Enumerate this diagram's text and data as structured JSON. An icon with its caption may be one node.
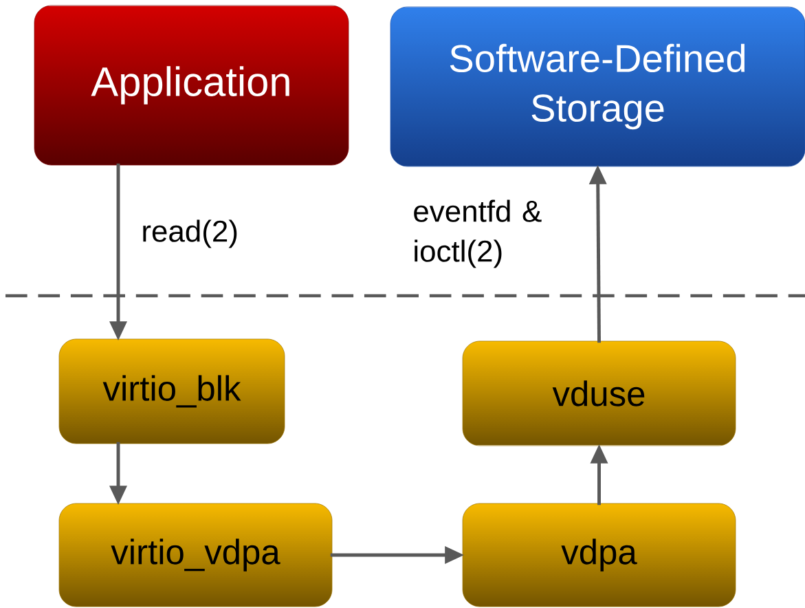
{
  "diagram": {
    "nodes": [
      {
        "text": [
          "Application"
        ]
      },
      {
        "text": [
          "Software-Defined Storage"
        ]
      },
      {
        "text": [
          "virtio_blk"
        ]
      },
      {
        "text": [
          "vduse"
        ]
      },
      {
        "text": [
          "virtio_vdpa"
        ]
      },
      {
        "text": [
          "vdpa"
        ]
      }
    ],
    "edges": [
      {
        "from": 0,
        "to": 2,
        "arrow": "to",
        "label": "read(2)"
      },
      {
        "from": 2,
        "to": 4,
        "arrow": "to"
      },
      {
        "from": 4,
        "to": 5,
        "arrow": "to"
      },
      {
        "from": 5,
        "to": 3,
        "arrow": "to"
      },
      {
        "from": 3,
        "to": 1,
        "arrow": "to",
        "label": "eventfd & ioctl(2)"
      }
    ]
  }
}
